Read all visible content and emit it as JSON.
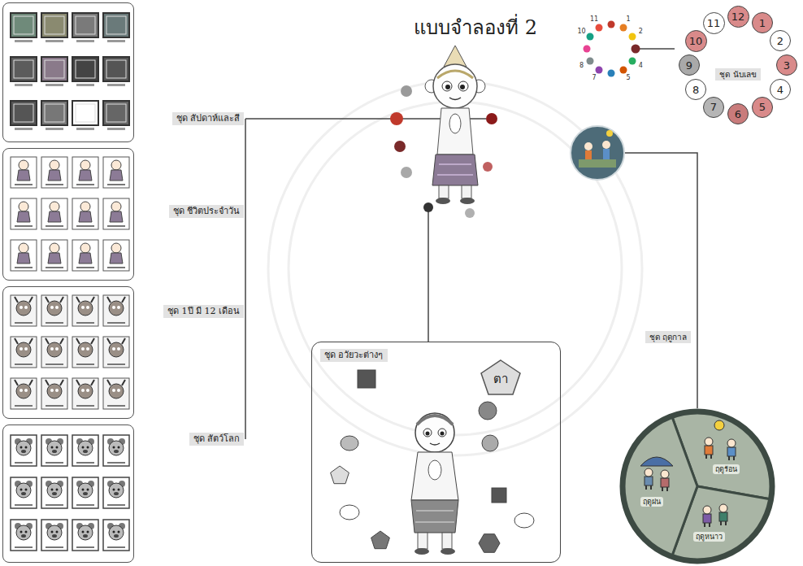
{
  "diagram": {
    "title": "แบบจำลองที่ 2",
    "nodes": [
      {
        "text": [
          "ชุด สัปดาห์และสี"
        ]
      },
      {
        "text": [
          "ชุด ชีวิตประจำวัน"
        ]
      },
      {
        "text": [
          "ชุด 1ปี มี 12 เดือน"
        ]
      },
      {
        "text": [
          "ชุด สัตว์โลก"
        ]
      },
      {
        "text": [
          "ชุด อวัยวะต่างๆ"
        ]
      },
      {
        "text": [
          "ตา"
        ],
        "in": 4
      },
      {
        "text": [
          "ชุด นับเลข"
        ]
      },
      {
        "text": [
          "12"
        ],
        "in": 6
      },
      {
        "text": [
          "1"
        ],
        "in": 6
      },
      {
        "text": [
          "2"
        ],
        "in": 6
      },
      {
        "text": [
          "3"
        ],
        "in": 6
      },
      {
        "text": [
          "4"
        ],
        "in": 6
      },
      {
        "text": [
          "5"
        ],
        "in": 6
      },
      {
        "text": [
          "6"
        ],
        "in": 6
      },
      {
        "text": [
          "7"
        ],
        "in": 6
      },
      {
        "text": [
          "8"
        ],
        "in": 6
      },
      {
        "text": [
          "9"
        ],
        "in": 6
      },
      {
        "text": [
          "10"
        ],
        "in": 6
      },
      {
        "text": [
          "11"
        ],
        "in": 6
      },
      {
        "text": [
          "ชุด ฤดูกาล"
        ]
      },
      {
        "text": [
          "ฤดูร้อน"
        ],
        "in": 19
      },
      {
        "text": [
          "ฤดูฝน"
        ],
        "in": 19
      },
      {
        "text": [
          "ฤดูหนาว"
        ],
        "in": 19
      }
    ],
    "labels": [
      "11",
      "1",
      "2",
      "10",
      "4",
      "8",
      "7",
      "5"
    ]
  }
}
